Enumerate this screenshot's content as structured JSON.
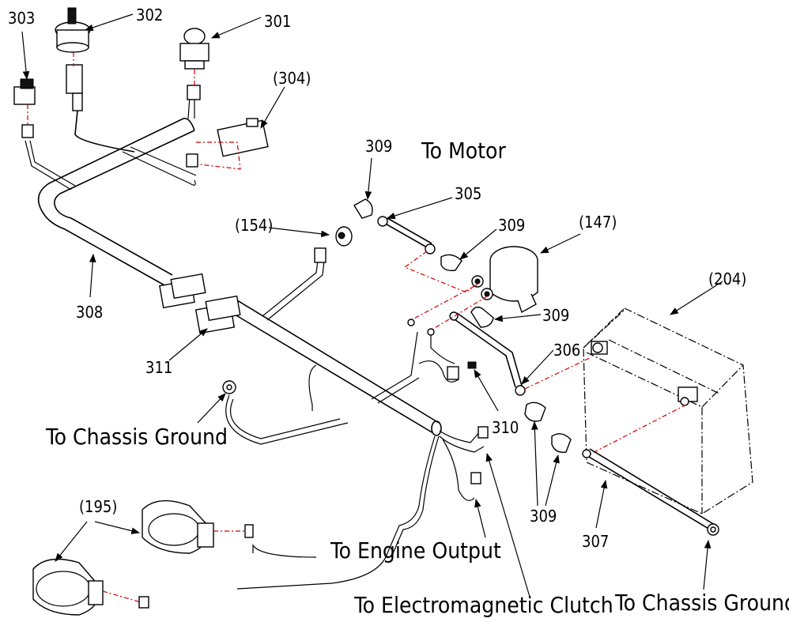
{
  "callouts": {
    "c301": "301",
    "c302": "302",
    "c303": "303",
    "c304": "(304)",
    "c305": "305",
    "c306": "306",
    "c307": "307",
    "c308": "308",
    "c309a": "309",
    "c309b": "309",
    "c309c": "309",
    "c309d": "309",
    "c310": "310",
    "c311": "311",
    "c147": "(147)",
    "c154": "(154)",
    "c195": "(195)",
    "c204": "(204)"
  },
  "labels": {
    "to_motor": "To Motor",
    "to_chassis_ground_left": "To Chassis Ground",
    "to_chassis_ground_right": "To Chassis Ground",
    "to_engine_output": "To Engine Output",
    "to_clutch": "To Electromagnetic Clutch"
  }
}
